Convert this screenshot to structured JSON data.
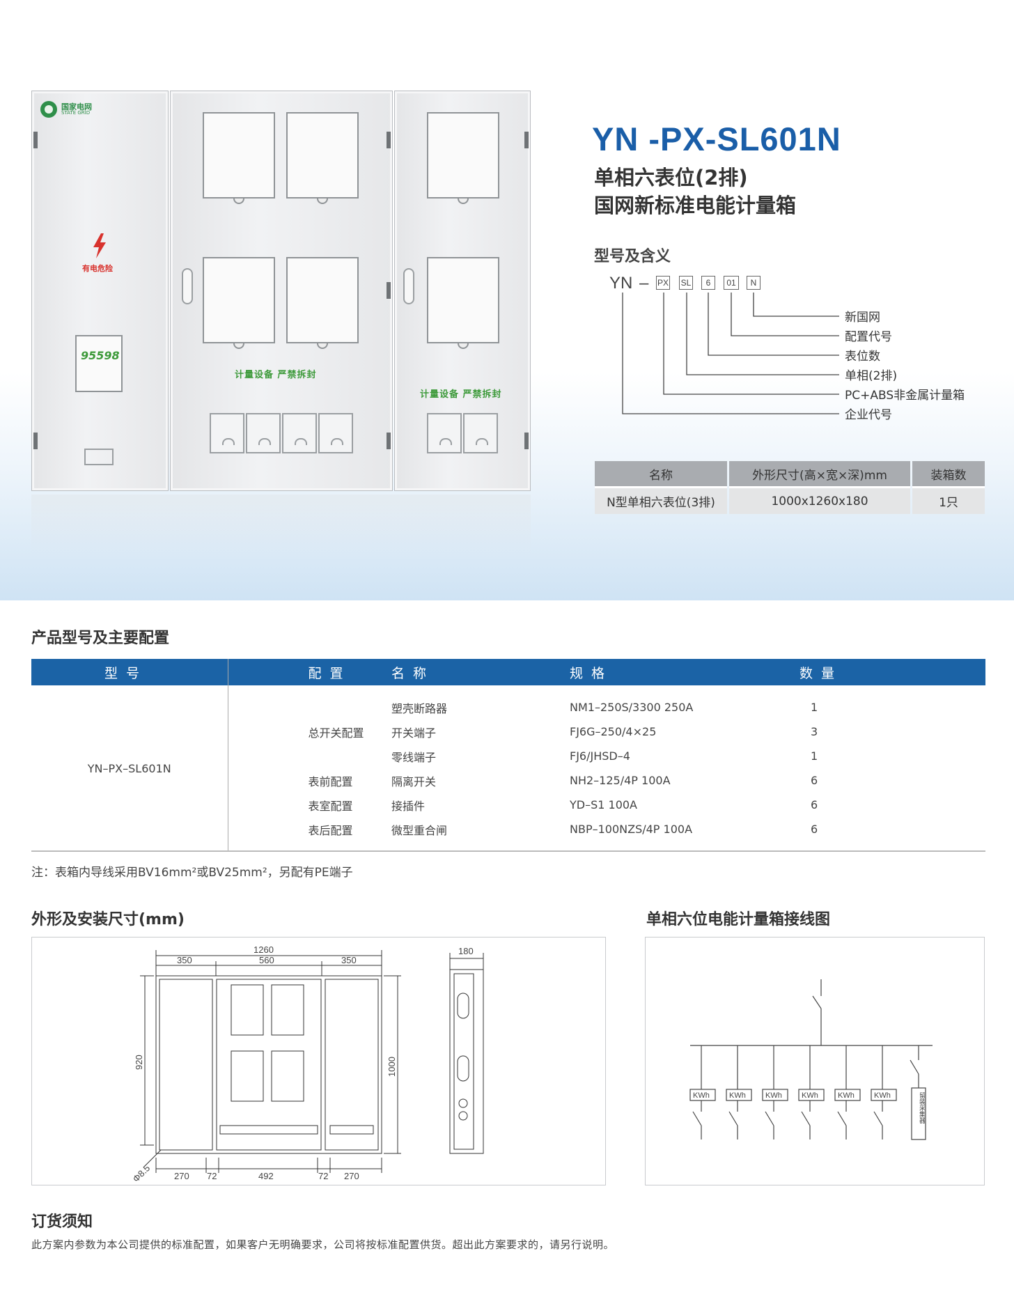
{
  "product": {
    "model": "YN -PX-SL601N",
    "subtitle_line1": "单相六表位(2排)",
    "subtitle_line2": "国网新标准电能计量箱"
  },
  "cabinet": {
    "logo_name": "国家电网",
    "logo_en": "STATE GRID",
    "danger_text": "有电危险",
    "hotline": "95598",
    "seal_text": "计量设备 严禁拆封"
  },
  "meaning": {
    "title": "型号及含义",
    "code_prefix": "YN",
    "code_dash": "–",
    "code_parts": [
      "PX",
      "SL",
      "6",
      "01",
      "N"
    ],
    "labels": [
      "新国网",
      "配置代号",
      "表位数",
      "单相(2排)",
      "PC+ABS非金属计量箱",
      "企业代号"
    ]
  },
  "spec_table": {
    "headers": [
      "名称",
      "外形尺寸(高×宽×深)mm",
      "装箱数"
    ],
    "row": [
      "N型单相六表位(3排)",
      "1000x1260x180",
      "1只"
    ]
  },
  "config": {
    "title": "产品型号及主要配置",
    "headers": [
      "型 号",
      "配 置",
      "名 称",
      "规 格",
      "数 量"
    ],
    "model": "YN–PX–SL601N",
    "groups": [
      "总开关配置",
      "表前配置",
      "表室配置",
      "表后配置"
    ],
    "rows": [
      {
        "name": "塑壳断路器",
        "spec": "NM1–250S/3300  250A",
        "qty": "1"
      },
      {
        "name": "开关端子",
        "spec": "FJ6G–250/4×25",
        "qty": "3"
      },
      {
        "name": "零线端子",
        "spec": "FJ6/JHSD–4",
        "qty": "1"
      },
      {
        "name": "隔离开关",
        "spec": "NH2–125/4P 100A",
        "qty": "6"
      },
      {
        "name": "接插件",
        "spec": "YD–S1 100A",
        "qty": "6"
      },
      {
        "name": "微型重合闸",
        "spec": "NBP–100NZS/4P 100A",
        "qty": "6"
      }
    ],
    "note": "注：表箱内导线采用BV16mm²或BV25mm²，另配有PE端子"
  },
  "dimensions": {
    "title": "外形及安装尺寸(mm)",
    "width_total": "1260",
    "width_parts": [
      "350",
      "560",
      "350"
    ],
    "bottom_parts": [
      "270",
      "72",
      "492",
      "72",
      "270"
    ],
    "height_left": "920",
    "height_right": "1000",
    "hole": "Φ8.5",
    "depth": "180"
  },
  "wiring": {
    "title": "单相六位电能计量箱接线图",
    "meter_label": "KWh",
    "collector_label": "留装采集器"
  },
  "order": {
    "title": "订货须知",
    "text": "此方案内参数为本公司提供的标准配置，如果客户无明确要求，公司将按标准配置供货。超出此方案要求的，请另行说明。"
  }
}
